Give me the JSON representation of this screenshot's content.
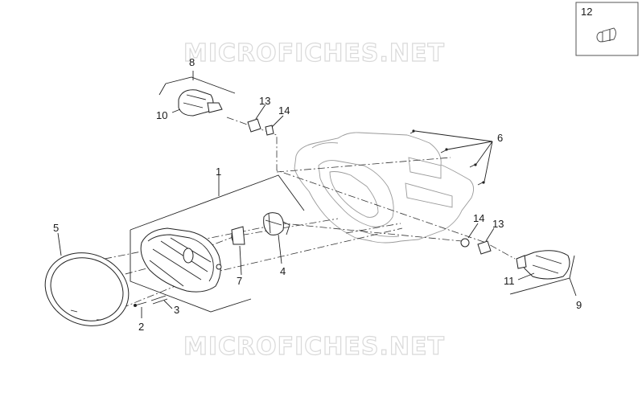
{
  "watermark": {
    "top": "MICROFICHES.NET",
    "bottom": "MICROFICHES.NET"
  },
  "inset": {
    "number": "12"
  },
  "callouts": {
    "c1": "1",
    "c2": "2",
    "c3": "3",
    "c4": "4",
    "c5": "5",
    "c6": "6",
    "c7": "7",
    "c8": "8",
    "c9": "9",
    "c10": "10",
    "c11": "11",
    "c13a": "13",
    "c14a": "14",
    "c13b": "13",
    "c14b": "14"
  }
}
